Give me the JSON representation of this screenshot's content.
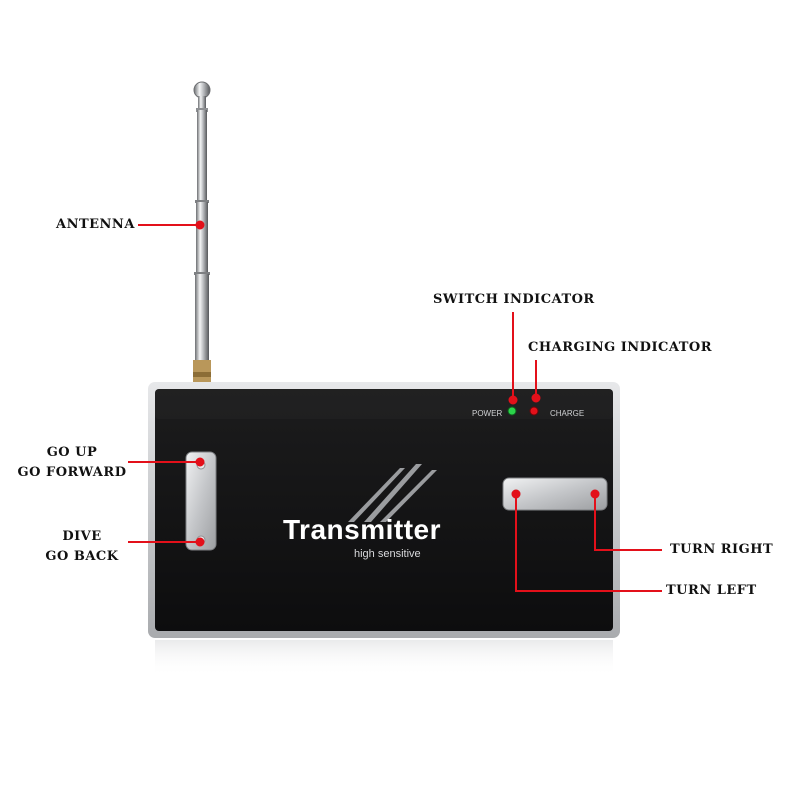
{
  "image": {
    "subject": "remote control transmitter with labeled controls",
    "background": "#ffffff",
    "body_color": "#141414",
    "frame_color": "#c9cbce",
    "leader_line_color": "#e3101a",
    "power_led_color": "#2bd34a",
    "charge_led_color": "#e3101a"
  },
  "device": {
    "brand_title": "Transmitter",
    "brand_subtitle": "high sensitive",
    "power_label": "POWER",
    "charge_label": "CHARGE"
  },
  "callouts": {
    "antenna": "ANTENNA",
    "switch_indicator": "SWITCH INDICATOR",
    "charging_indicator": "CHARGING INDICATOR",
    "go_up_line1": "GO UP",
    "go_up_line2": "GO FORWARD",
    "dive_line1": "DIVE",
    "dive_line2": "GO BACK",
    "turn_right": "TURN RIGHT",
    "turn_left": "TURN LEFT"
  }
}
